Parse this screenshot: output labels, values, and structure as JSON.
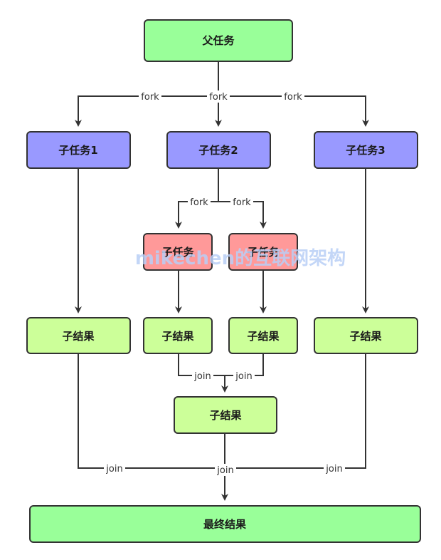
{
  "colors": {
    "parent_fill": "#99ff99",
    "subtask_fill": "#9999ff",
    "fork_fill": "#ff9999",
    "result_fill": "#ccff99",
    "final_fill": "#99ff99",
    "stroke": "#333333",
    "watermark": "#b9cff6"
  },
  "nodes": {
    "parent": "父任务",
    "sub1": "子任务1",
    "sub2": "子任务2",
    "sub3": "子任务3",
    "sub2a": "子任务",
    "sub2b": "子任务",
    "res1": "子结果",
    "res2a": "子结果",
    "res2b": "子结果",
    "res3": "子结果",
    "res2": "子结果",
    "final": "最终结果"
  },
  "edge_labels": {
    "fork_left": "fork",
    "fork_mid": "fork",
    "fork_right": "fork",
    "fork_sub_left": "fork",
    "fork_sub_right": "fork",
    "join_sub_left": "join",
    "join_sub_right": "join",
    "join_left": "join",
    "join_mid": "join",
    "join_right": "join"
  },
  "watermark": "mikechen的互联网架构"
}
